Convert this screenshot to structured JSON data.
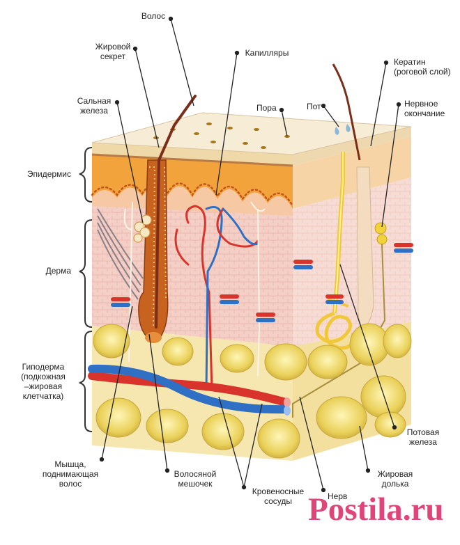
{
  "labels": {
    "hair": "Волос",
    "sebum": "Жировой\nсекрет",
    "capillaries": "Капилляры",
    "keratin": "Кератин\n(роговой слой)",
    "sebaceous_gland": "Сальная\nжелеза",
    "pore": "Пора",
    "sweat": "Пот",
    "nerve_ending": "Нервное\nокончание",
    "epidermis": "Эпидермис",
    "dermis": "Дерма",
    "hypodermis": "Гиподерма\n(подкожная\n–жировая\nклетчатка)",
    "arrector_muscle": "Мышца,\nподнимающая\nволос",
    "hair_follicle": "Волосяной\nмешочек",
    "blood_vessels": "Кровеносные\nсосуды",
    "nerve": "Нерв",
    "sweat_gland": "Потовая\nжелеза",
    "fat_lobule": "Жировая\nдолька"
  },
  "watermark": "Postila.ru",
  "colors": {
    "fat": "#e8cf5a",
    "dermis": "#f3c9c0",
    "epidermis": "#f2a33c",
    "stratum_corneum": "#f6e7c8",
    "artery": "#d8342c",
    "vein": "#2f6fc4",
    "nerve": "#f2d23a",
    "watermark": "#e0457a"
  }
}
